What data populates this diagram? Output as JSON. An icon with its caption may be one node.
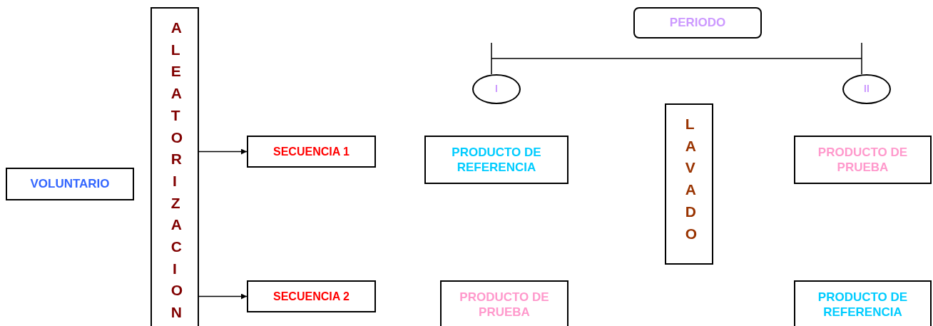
{
  "diagram": {
    "nodes": [
      {
        "text": [
          "VOLUNTARIO"
        ]
      },
      {
        "text": [
          "ALEATORIZACION"
        ]
      },
      {
        "text": [
          "SECUENCIA 1"
        ]
      },
      {
        "text": [
          "SECUENCIA 2"
        ]
      },
      {
        "text": [
          "PERIODO"
        ]
      },
      {
        "text": [
          "I"
        ]
      },
      {
        "text": [
          "II"
        ]
      },
      {
        "text": [
          "PRODUCTO DE REFERENCIA"
        ]
      },
      {
        "text": [
          "LAVADO"
        ]
      },
      {
        "text": [
          "PRODUCTO DE PRUEBA"
        ]
      },
      {
        "text": [
          "PRODUCTO DE PRUEBA"
        ]
      },
      {
        "text": [
          "PRODUCTO DE REFERENCIA"
        ]
      }
    ],
    "edges": [
      {
        "from": 1,
        "to": 2,
        "arrow": "to"
      },
      {
        "from": 1,
        "to": 3,
        "arrow": "to"
      },
      {
        "from": 5,
        "to": 6,
        "arrow": "none"
      }
    ]
  }
}
